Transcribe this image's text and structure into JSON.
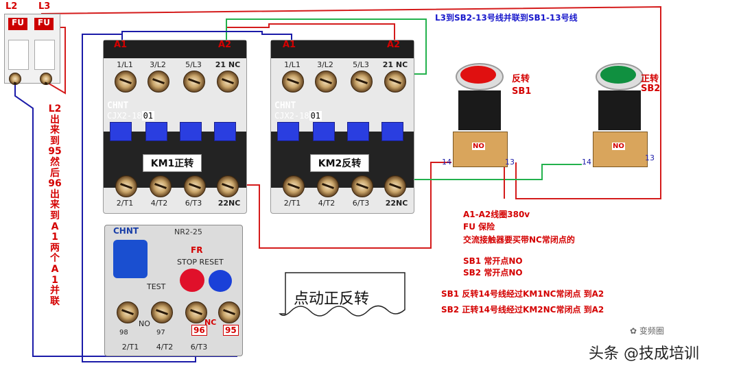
{
  "fuse_block": {
    "label_l2": "L2",
    "label_l3": "L3",
    "fu_label_1": "FU",
    "fu_label_2": "FU"
  },
  "vertical_note": "L2出来到95然后96出来到A1两个A1并联",
  "top_note": "L3到SB2-13号线并联到SB1-13号线",
  "km1": {
    "brand": "CHNT",
    "model": "CJX2-18",
    "model_suffix": "01",
    "name": "KM1正转",
    "coil_a1": "A1",
    "coil_a2": "A2",
    "top_terminals": [
      "1/L1",
      "3/L2",
      "5/L3",
      "21 NC"
    ],
    "bottom_terminals": [
      "2/T1",
      "4/T2",
      "6/T3",
      "22NC"
    ]
  },
  "km2": {
    "brand": "CHNT",
    "model": "CJX2-18",
    "model_suffix": "01",
    "name": "KM2反转",
    "coil_a1": "A1",
    "coil_a2": "A2",
    "top_terminals": [
      "1/L1",
      "3/L2",
      "5/L3",
      "21 NC"
    ],
    "bottom_terminals": [
      "2/T1",
      "4/T2",
      "6/T3",
      "22NC"
    ]
  },
  "sb1": {
    "name": "反转",
    "id": "SB1",
    "contact": "NO",
    "pin_left": "14",
    "pin_right": "13",
    "color": "#e01010"
  },
  "sb2": {
    "name": "正转",
    "id": "SB2",
    "contact": "NO",
    "pin_left": "14",
    "pin_right": "13",
    "color": "#109040"
  },
  "overload": {
    "brand": "CHNT",
    "model": "NR2-25",
    "tag": "FR",
    "stop_reset": "STOP RESET",
    "test": "TEST",
    "no_label": "NO",
    "nc_label": "NC",
    "contacts": [
      "98",
      "97",
      "96",
      "95"
    ],
    "bottom_terminals": [
      "2/T1",
      "4/T2",
      "6/T3"
    ]
  },
  "notes": {
    "coil": "A1-A2线圈380v",
    "fu": "FU 保险",
    "contactor": "交流接触器要买带NC常闭点的",
    "sb1_no": "SB1 常开点NO",
    "sb2_no": "SB2 常开点NO",
    "sb1_path": "SB1 反转14号线经过KM1NC常闭点 到A2",
    "sb2_path": "SB2 正转14号线经过KM2NC常闭点 到A2"
  },
  "callout": "点动正反转",
  "watermark": {
    "prefix": "头条 @技成培训",
    "logo_text": "变频圈"
  },
  "colors": {
    "wire_red": "#d41a1a",
    "wire_blue": "#1a1aa8",
    "wire_green": "#22b14c"
  }
}
